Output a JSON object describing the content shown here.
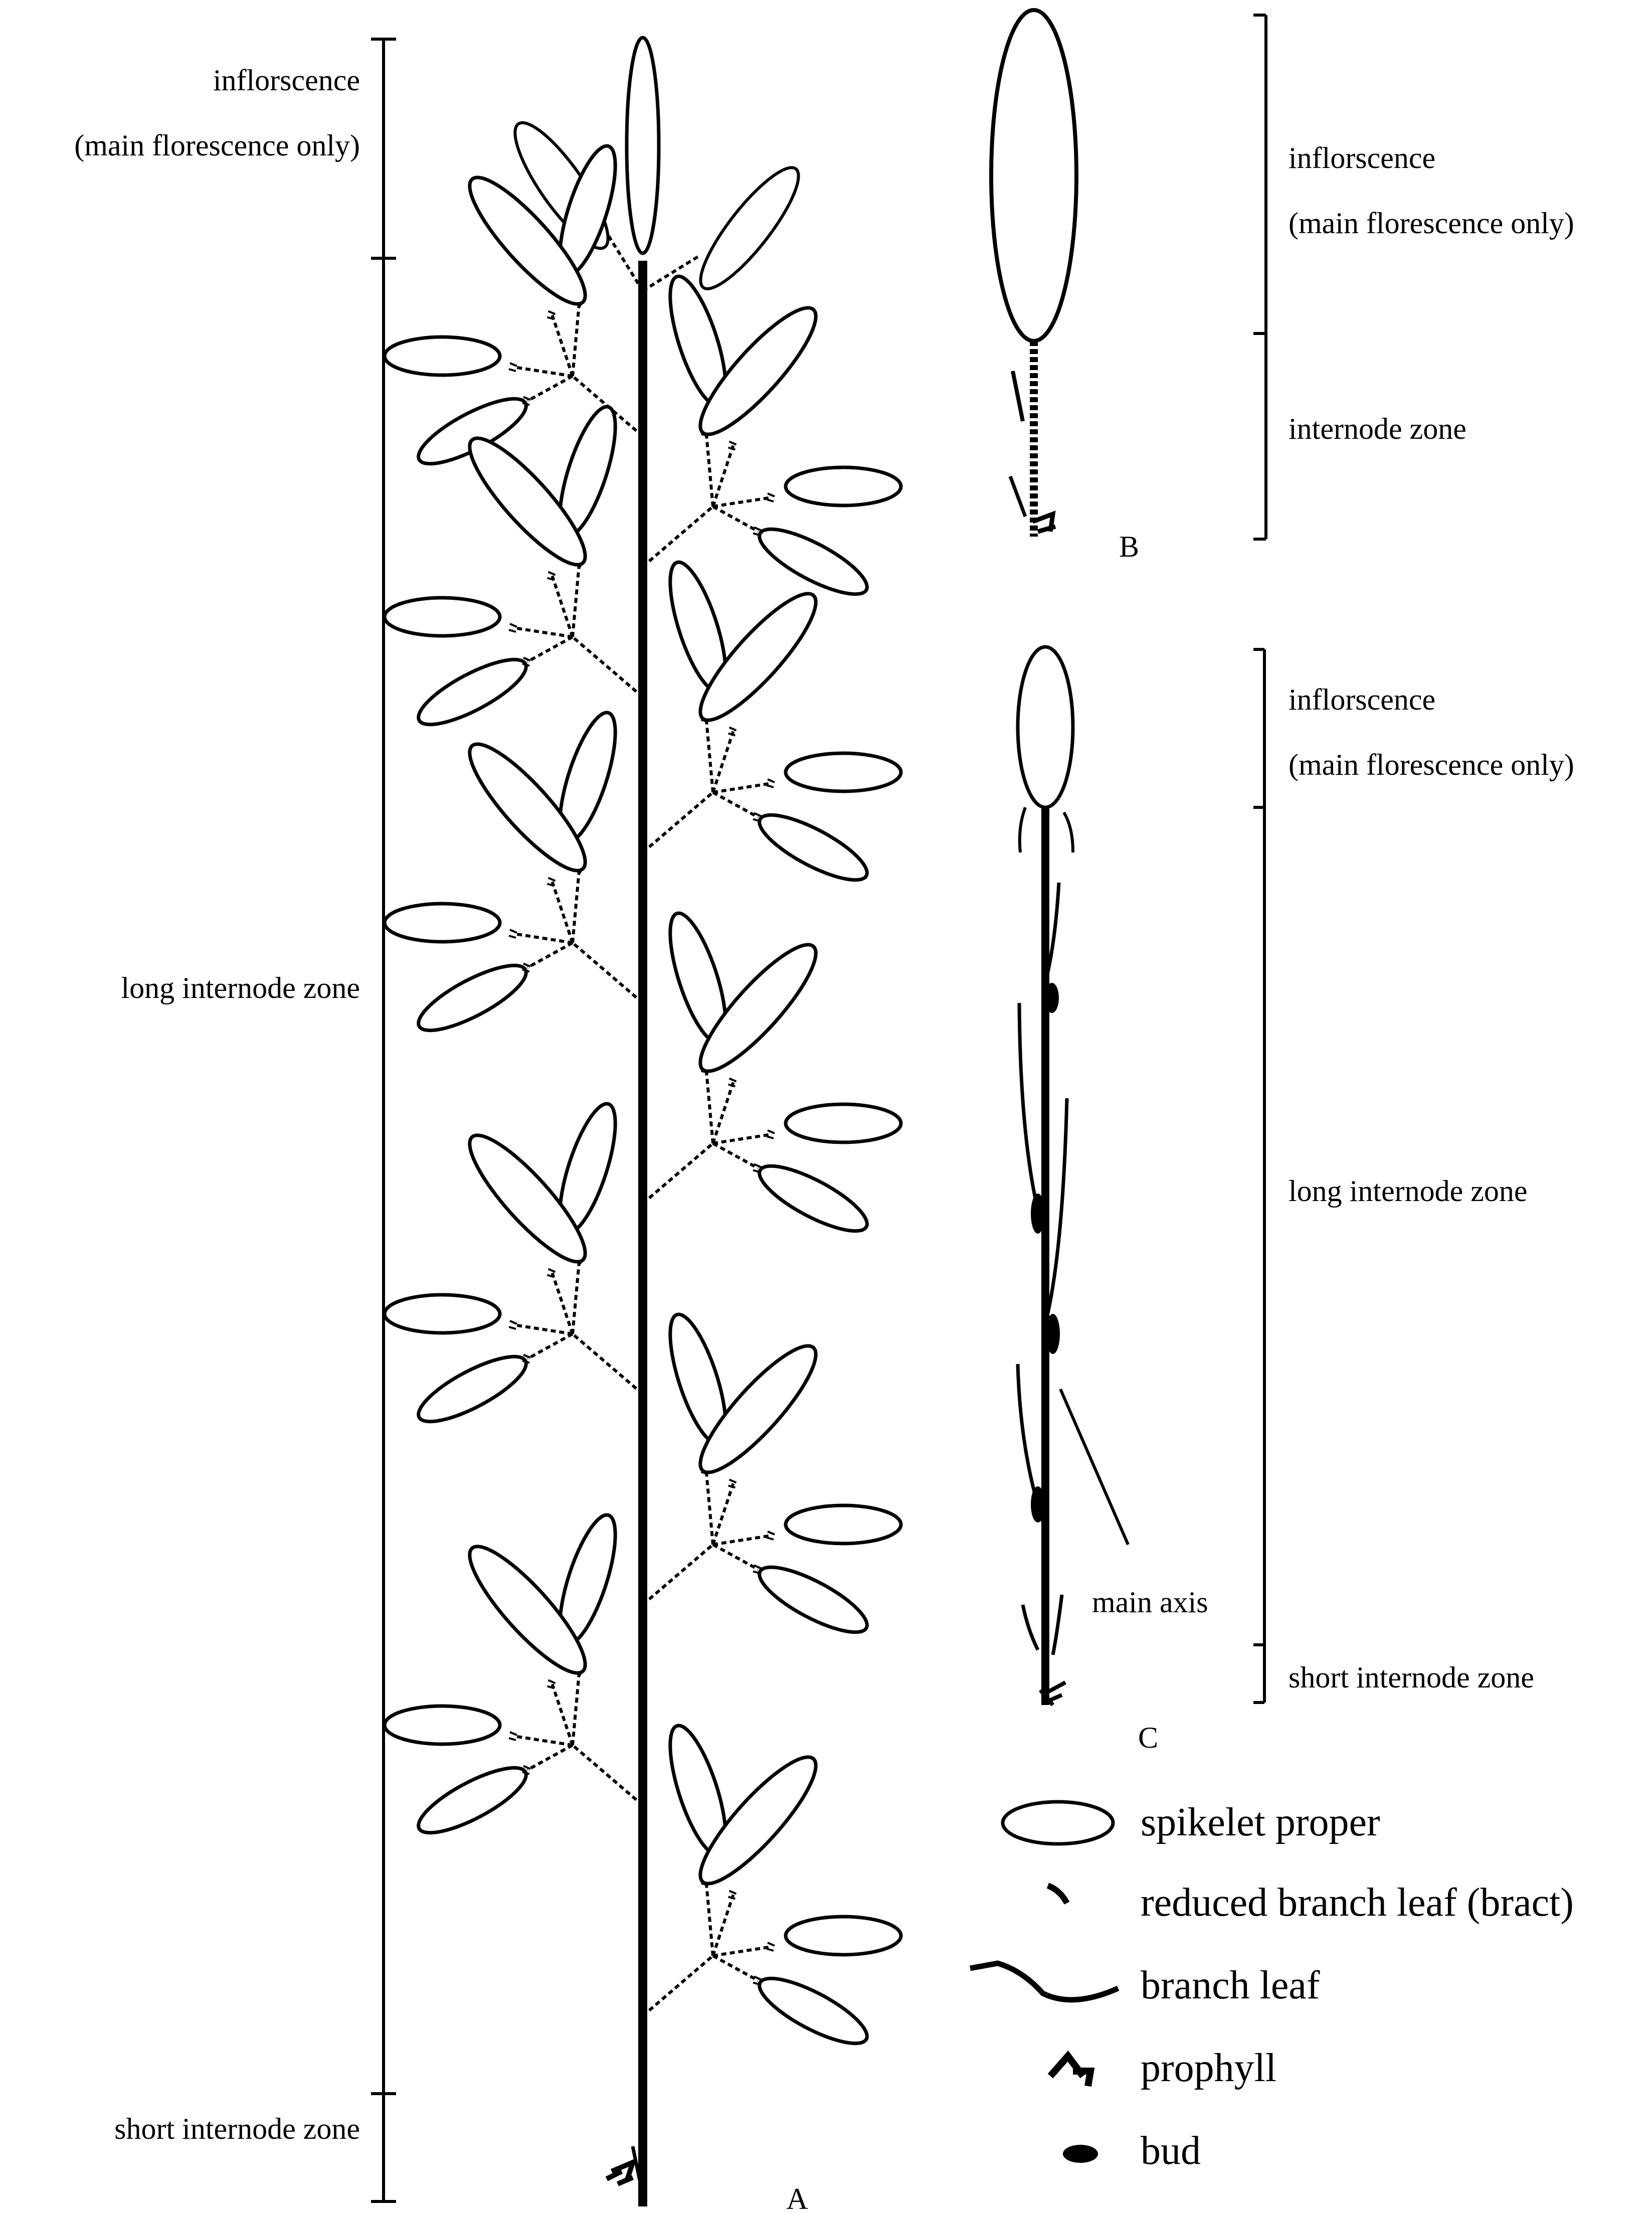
{
  "panels": {
    "a": {
      "letter": "A",
      "inflorescence_label": "inflorscence",
      "inflorescence_note": "(main florescence only)",
      "long_zone_label": "long internode zone",
      "short_zone_label": "short internode zone"
    },
    "b": {
      "letter": "B",
      "inflorescence_label": "inflorscence",
      "inflorescence_note": "(main florescence only)",
      "internode_label": "internode zone"
    },
    "c": {
      "letter": "C",
      "inflorescence_label": "inflorscence",
      "inflorescence_note": "(main florescence only)",
      "long_zone_label": "long internode zone",
      "short_zone_label": "short internode zone",
      "axis_label": "main axis"
    }
  },
  "legend": {
    "spikelet": "spikelet proper",
    "bract": "reduced branch leaf (bract)",
    "branch_leaf": "branch leaf",
    "prophyll": "prophyll",
    "bud": "bud"
  },
  "colors": {
    "ink": "#000000",
    "background": "#ffffff"
  }
}
